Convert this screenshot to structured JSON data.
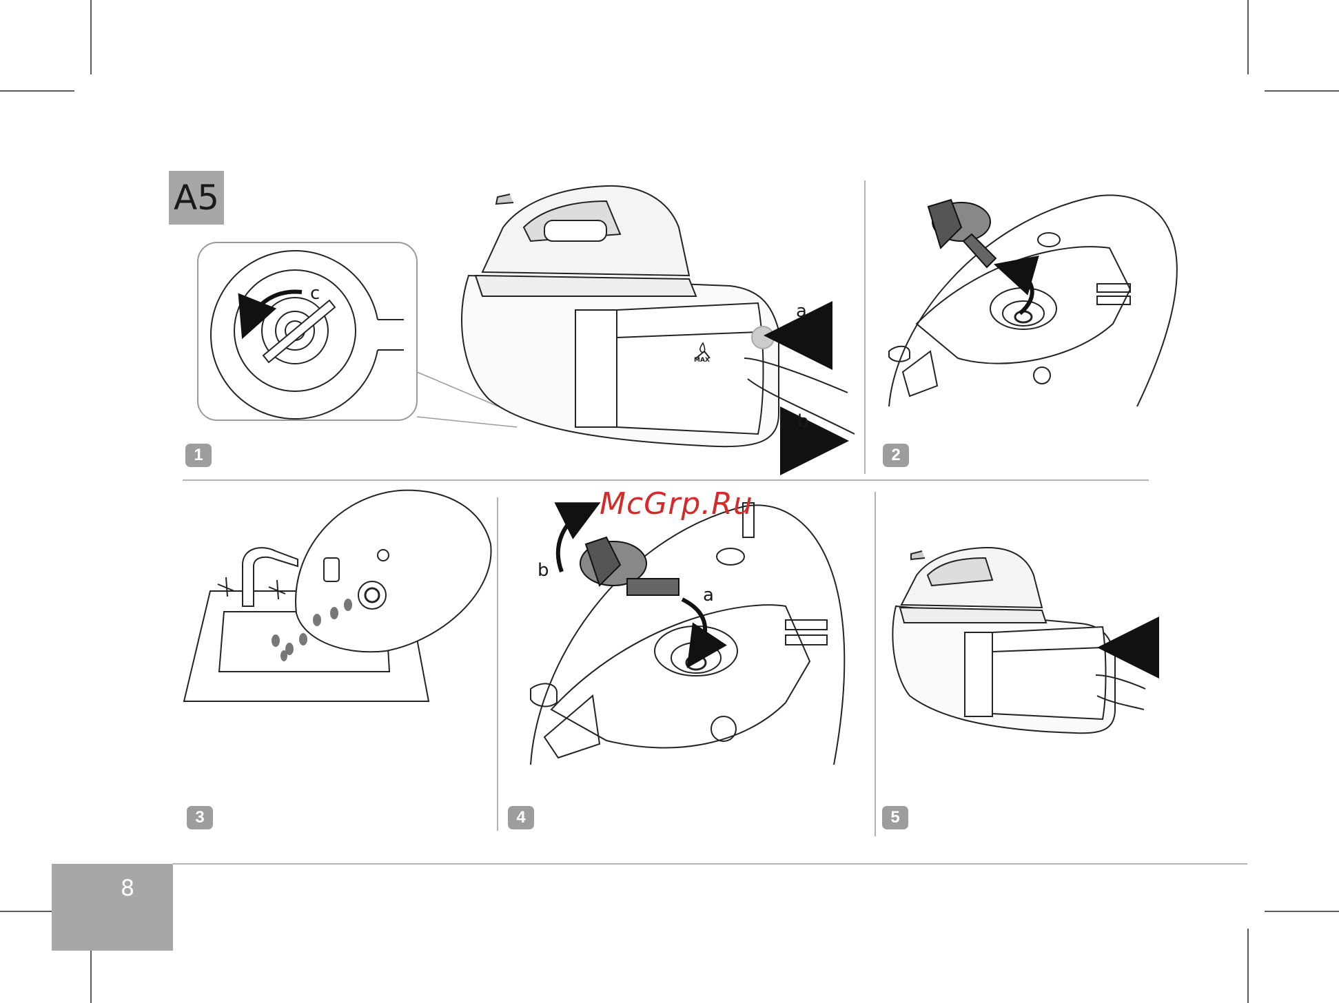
{
  "section": "A5",
  "steps": [
    "1",
    "2",
    "3",
    "4",
    "5"
  ],
  "labels": {
    "p1_a": "a",
    "p1_b": "b",
    "p1_c": "c",
    "p4_a": "a",
    "p4_b": "b",
    "max_mark": "MAX"
  },
  "page_number": "8",
  "watermark": "McGrp.Ru",
  "colors": {
    "gray_box": "#a7a7a7",
    "step_badge": "#9d9d9d",
    "watermark": "#d42a2a"
  },
  "icons": [
    "rotate-arrow-icon",
    "push-arrow-icon",
    "pull-arrow-icon",
    "water-drop-icon",
    "tap-icon"
  ]
}
